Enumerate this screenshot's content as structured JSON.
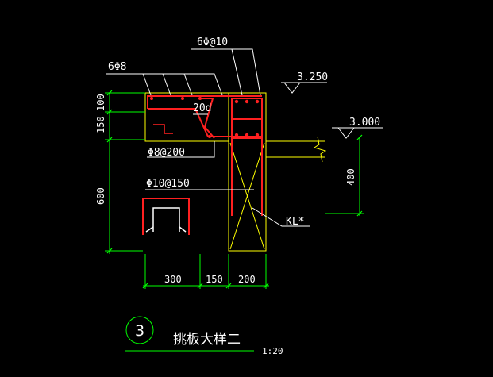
{
  "labels": {
    "top_rebar": "6Φ@10",
    "side_rebar": "6Φ8",
    "anchor_length": "20d",
    "stirrup_a": "Φ8@200",
    "stirrup_b": "Φ10@150",
    "beam_tag": "KL*",
    "elev_top": "3.250",
    "elev_slab": "3.000"
  },
  "dimensions": {
    "left": [
      "100",
      "150",
      "600"
    ],
    "right": [
      "400"
    ],
    "bottom": [
      "300",
      "150",
      "200"
    ]
  },
  "title": {
    "number": "3",
    "name": "挑板大样二",
    "scale": "1:20"
  },
  "colors": {
    "background": "#000000",
    "outline": "#ffff00",
    "rebar": "#ff2020",
    "dimension": "#00ff00",
    "leader": "#ffffff",
    "circle": "#00ff00"
  }
}
